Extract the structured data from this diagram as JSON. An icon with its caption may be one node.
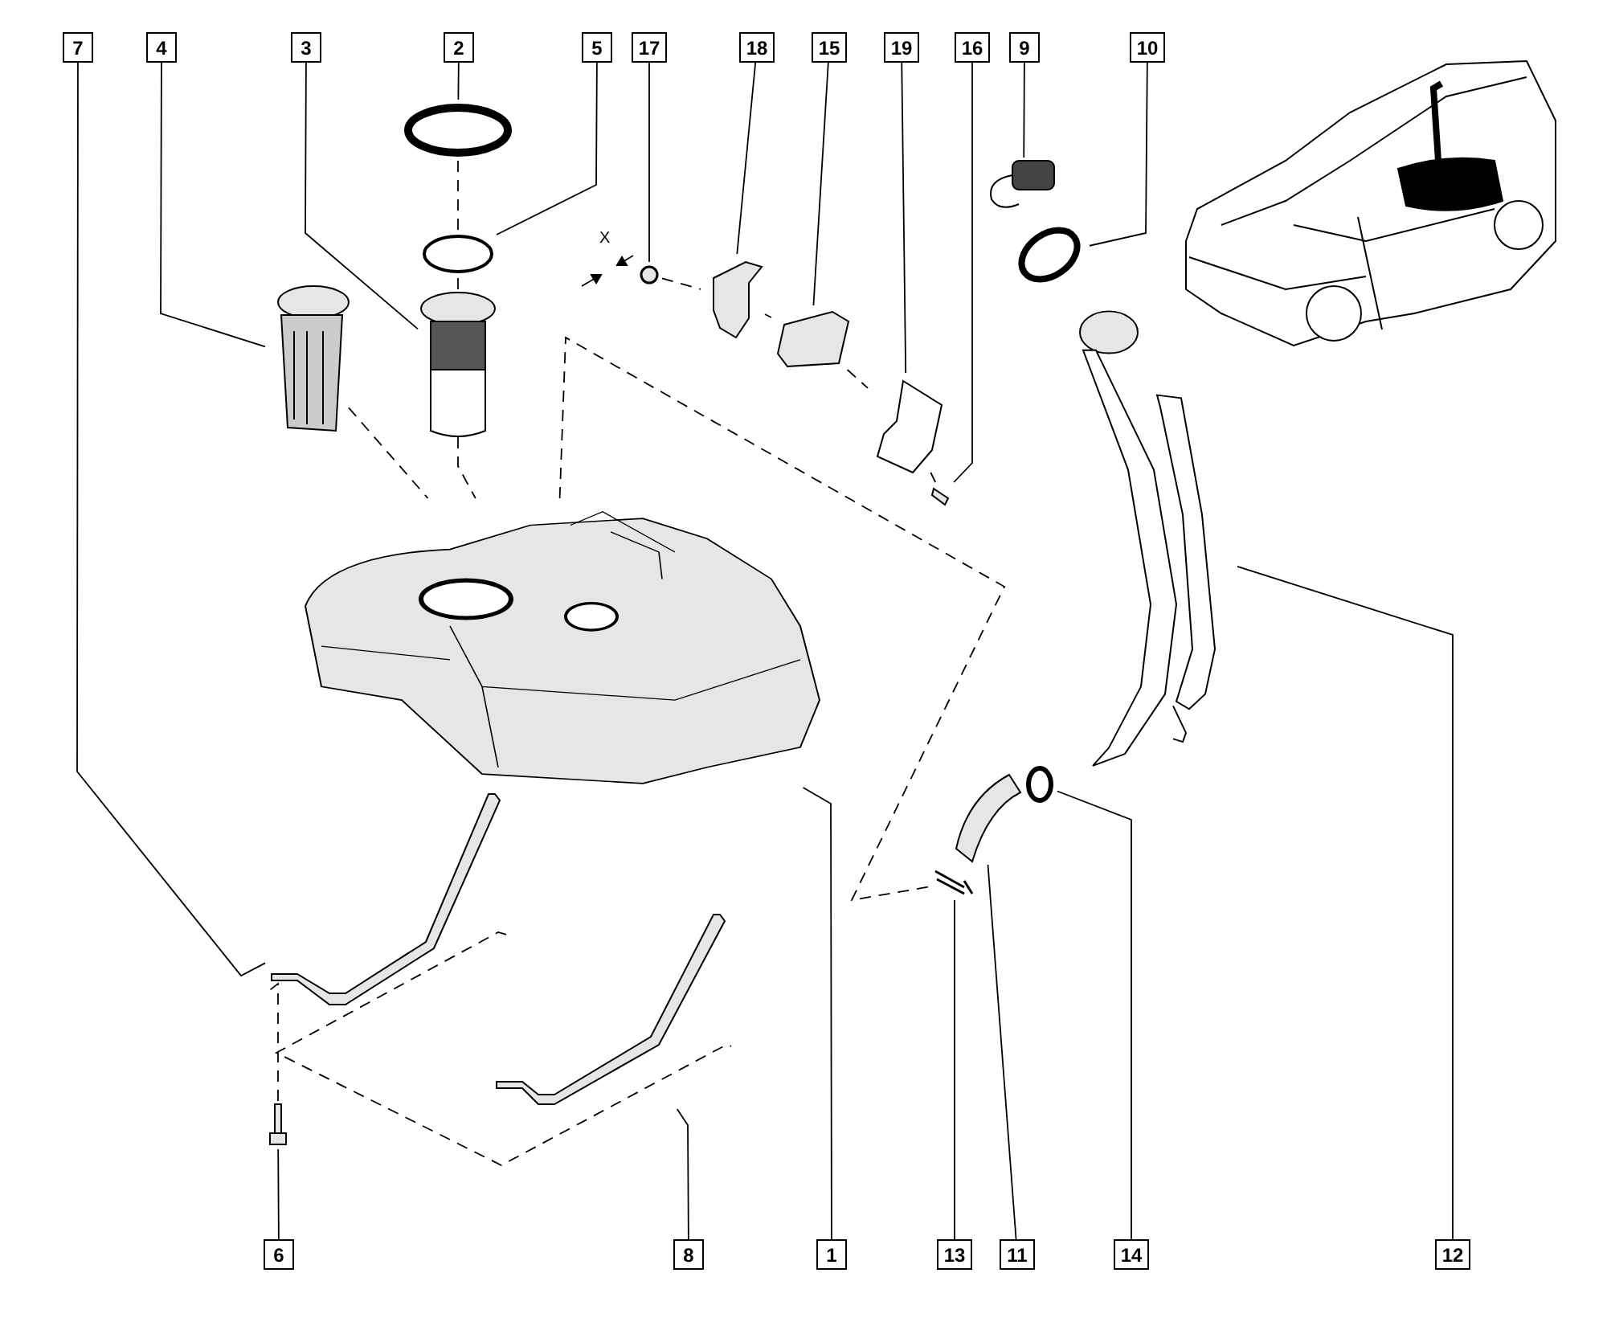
{
  "diagram": {
    "nodes": [
      {
        "text": [
          "7"
        ]
      },
      {
        "text": [
          "4"
        ]
      },
      {
        "text": [
          "3"
        ]
      },
      {
        "text": [
          "2"
        ]
      },
      {
        "text": [
          "5"
        ]
      },
      {
        "text": [
          "17"
        ]
      },
      {
        "text": [
          "18"
        ]
      },
      {
        "text": [
          "15"
        ]
      },
      {
        "text": [
          "19"
        ]
      },
      {
        "text": [
          "16"
        ]
      },
      {
        "text": [
          "9"
        ]
      },
      {
        "text": [
          "10"
        ]
      },
      {
        "text": [
          "6"
        ]
      },
      {
        "text": [
          "8"
        ]
      },
      {
        "text": [
          "1"
        ]
      },
      {
        "text": [
          "13"
        ]
      },
      {
        "text": [
          "11"
        ]
      },
      {
        "text": [
          "14"
        ]
      },
      {
        "text": [
          "12"
        ]
      },
      {
        "text": [],
        "shape": "picture"
      },
      {
        "text": [],
        "shape": "circle"
      },
      {
        "text": [],
        "shape": "picture"
      },
      {
        "text": [],
        "shape": "picture"
      },
      {
        "text": [],
        "shape": "circle"
      },
      {
        "text": [],
        "shape": "picture"
      },
      {
        "text": [],
        "shape": "picture"
      },
      {
        "text": [],
        "shape": "picture"
      },
      {
        "text": [],
        "shape": "picture"
      },
      {
        "text": [],
        "shape": "circle"
      },
      {
        "text": [],
        "shape": "picture"
      },
      {
        "text": [],
        "shape": "picture"
      },
      {
        "text": [],
        "shape": "picture"
      },
      {
        "text": [],
        "shape": "circle"
      },
      {
        "text": [],
        "shape": "picture"
      },
      {
        "text": [],
        "shape": "picture"
      },
      {
        "text": [],
        "shape": "circle"
      },
      {
        "text": [],
        "shape": "picture"
      },
      {
        "text": [],
        "shape": "picture"
      }
    ],
    "edges": [
      {
        "from": 0,
        "to": 25,
        "arrow": "none"
      },
      {
        "from": 1,
        "to": 22,
        "arrow": "none"
      },
      {
        "from": 2,
        "to": 21,
        "arrow": "none"
      },
      {
        "from": 3,
        "to": 20,
        "arrow": "none"
      },
      {
        "from": 4,
        "to": 23,
        "arrow": "none"
      },
      {
        "from": 5,
        "to": 35,
        "arrow": "none"
      },
      {
        "from": 6,
        "to": 36,
        "arrow": "none"
      },
      {
        "from": 7,
        "to": 33,
        "arrow": "none"
      },
      {
        "from": 8,
        "to": 37,
        "arrow": "none"
      },
      {
        "from": 9,
        "to": 34,
        "arrow": "none"
      },
      {
        "from": 10,
        "to": 27,
        "arrow": "none"
      },
      {
        "from": 11,
        "to": 28,
        "arrow": "none"
      },
      {
        "from": 12,
        "to": 24,
        "arrow": "none"
      },
      {
        "from": 13,
        "to": 26,
        "arrow": "none"
      },
      {
        "from": 14,
        "to": 19,
        "arrow": "none"
      },
      {
        "from": 15,
        "to": 31,
        "arrow": "none"
      },
      {
        "from": 16,
        "to": 29,
        "arrow": "none"
      },
      {
        "from": 17,
        "to": 32,
        "arrow": "none"
      },
      {
        "from": 18,
        "to": 30,
        "arrow": "none"
      },
      {
        "from": 20,
        "to": 23,
        "arrow": "none",
        "style": "dashed"
      },
      {
        "from": 23,
        "to": 21,
        "arrow": "none",
        "style": "dashed"
      },
      {
        "from": 21,
        "to": 19,
        "arrow": "none",
        "style": "dashed"
      },
      {
        "from": 22,
        "to": 19,
        "arrow": "none",
        "style": "dashed"
      },
      {
        "from": 19,
        "to": 31,
        "arrow": "none",
        "style": "dashed"
      },
      {
        "from": 35,
        "to": 36,
        "arrow": "none",
        "style": "dashed"
      },
      {
        "from": 36,
        "to": 33,
        "arrow": "none",
        "style": "dashed"
      },
      {
        "from": 33,
        "to": 37,
        "arrow": "none",
        "style": "dashed"
      },
      {
        "from": 37,
        "to": 34,
        "arrow": "none",
        "style": "dashed"
      },
      {
        "from": 24,
        "to": 25,
        "arrow": "none",
        "style": "dashed"
      },
      {
        "from": 25,
        "to": 26,
        "arrow": "none",
        "style": "dashed"
      }
    ],
    "labels": [
      "X"
    ]
  }
}
